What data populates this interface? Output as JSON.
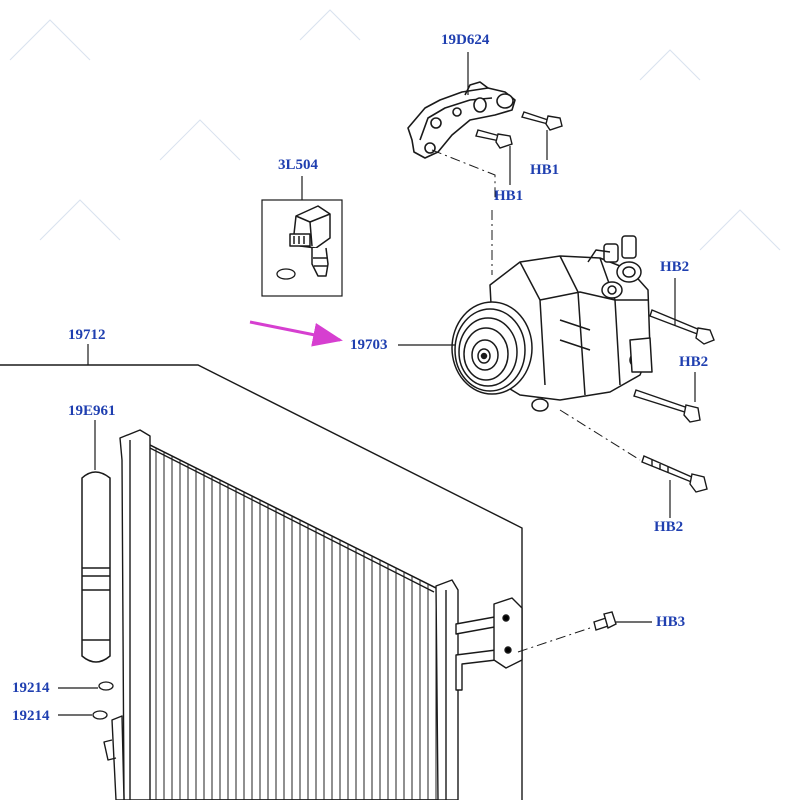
{
  "diagram": {
    "colors": {
      "callout": "#1f3fb0",
      "line": "#1a1a1a",
      "highlight_arrow": "#d63fd0",
      "faint_watermark": "#c9d6e8"
    },
    "callouts": {
      "bracket": "19D624",
      "bolt_bracket_right": "HB1",
      "bolt_bracket_left": "HB1",
      "sensor": "3L504",
      "compressor": "19703",
      "bolt_upper": "HB2",
      "bolt_middle": "HB2",
      "bolt_lower": "HB2",
      "condenser": "19712",
      "receiver_drier": "19E961",
      "oring_upper": "19214",
      "oring_lower": "19214",
      "fitting_bolt": "HB3"
    }
  }
}
